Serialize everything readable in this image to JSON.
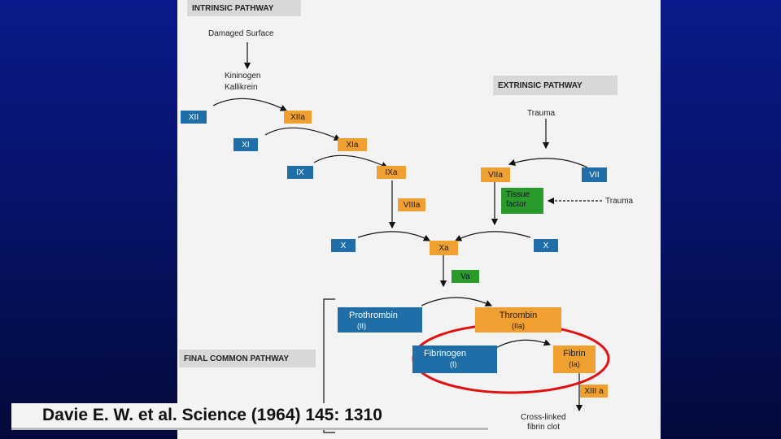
{
  "headers": {
    "intrinsic": "INTRINSIC PATHWAY",
    "extrinsic": "EXTRINSIC PATHWAY",
    "final": "FINAL COMMON PATHWAY"
  },
  "labels": {
    "damaged_surface": "Damaged Surface",
    "kininogen": "Kininogen",
    "kallikrein": "Kallikrein",
    "trauma_top": "Trauma",
    "trauma_side": "Trauma",
    "crosslinked_1": "Cross-linked",
    "crosslinked_2": "fibrin clot"
  },
  "factors": {
    "xii": "XII",
    "xiia": "XIIa",
    "xi": "XI",
    "xia": "XIa",
    "ix": "IX",
    "ixa": "IXa",
    "viia": "VIIa",
    "vii": "VII",
    "viiia": "VIIIa",
    "tissue_factor_1": "Tissue",
    "tissue_factor_2": "factor",
    "x_left": "X",
    "xa": "Xa",
    "x_right": "X",
    "va": "Va",
    "prothrombin": "Prothrombin",
    "prothrombin_sub": "(II)",
    "thrombin": "Thrombin",
    "thrombin_sub": "(IIa)",
    "fibrinogen": "Fibrinogen",
    "fibrinogen_sub": "(I)",
    "fibrin": "Fibrin",
    "fibrin_sub": "(Ia)",
    "xiiia": "XIII a"
  },
  "citation": "Davie E. W. et al. Science (1964) 145: 1310",
  "colors": {
    "background": "#071266",
    "panel": "#f3f3f3",
    "factor_inactive": "#1f6ea8",
    "factor_active": "#f0a030",
    "cofactor": "#2a9a2a",
    "highlight_ellipse": "#e01010"
  }
}
